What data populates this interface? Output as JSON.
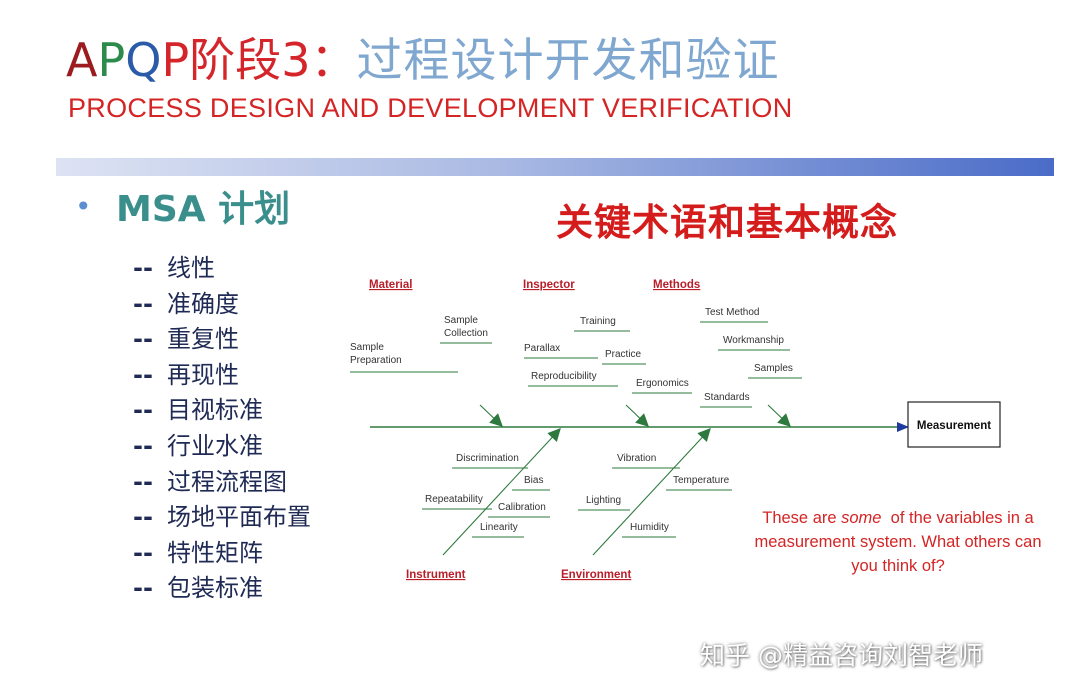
{
  "title": {
    "part_a": "A",
    "part_p": "P",
    "part_q": "Q",
    "part_p2": "P",
    "part_stage": "阶段3：",
    "part_rest": "过程设计开发和验证"
  },
  "subtitle": "PROCESS DESIGN AND DEVELOPMENT VERIFICATION",
  "bullet": {
    "symbol": "•",
    "heading": "MSA 计划"
  },
  "plan_items": [
    {
      "dash": "--",
      "label": "线性"
    },
    {
      "dash": "--",
      "label": "准确度"
    },
    {
      "dash": "--",
      "label": "重复性"
    },
    {
      "dash": "--",
      "label": "再现性"
    },
    {
      "dash": "--",
      "label": "目视标准"
    },
    {
      "dash": "--",
      "label": "行业水准"
    },
    {
      "dash": "--",
      "label": "过程流程图"
    },
    {
      "dash": "--",
      "label": "场地平面布置"
    },
    {
      "dash": "--",
      "label": "特性矩阵"
    },
    {
      "dash": "--",
      "label": "包装标准"
    }
  ],
  "key_terms_title": "关键术语和基本概念",
  "fishbone": {
    "effect": "Measurement",
    "categories": {
      "material": "Material",
      "inspector": "Inspector",
      "methods": "Methods",
      "instrument": "Instrument",
      "environment": "Environment"
    },
    "causes": {
      "sample_collection_1": "Sample",
      "sample_collection_2": "Collection",
      "sample_preparation_1": "Sample",
      "sample_preparation_2": "Preparation",
      "training": "Training",
      "parallax": "Parallax",
      "practice": "Practice",
      "reproducibility": "Reproducibility",
      "ergonomics": "Ergonomics",
      "test_method": "Test Method",
      "workmanship": "Workmanship",
      "samples": "Samples",
      "standards": "Standards",
      "discrimination": "Discrimination",
      "bias": "Bias",
      "repeatability": "Repeatability",
      "calibration": "Calibration",
      "linearity": "Linearity",
      "vibration": "Vibration",
      "temperature": "Temperature",
      "lighting": "Lighting",
      "humidity": "Humidity"
    }
  },
  "question": {
    "line1_before": "These are ",
    "line1_em": "some",
    "line1_after": "  of the variables in a",
    "line2": "measurement system. What others can",
    "line3": "you think of?"
  },
  "watermark": "知乎 @精益咨询刘智老师",
  "colors": {
    "title_light_blue": "#7fa7cf",
    "subtitle_red": "#d42424",
    "heading_teal": "#3a8f8c",
    "list_navy": "#1f2a55",
    "spine_green": "#2e7a3e",
    "spine_arrow_blue": "#1f3a9e"
  }
}
